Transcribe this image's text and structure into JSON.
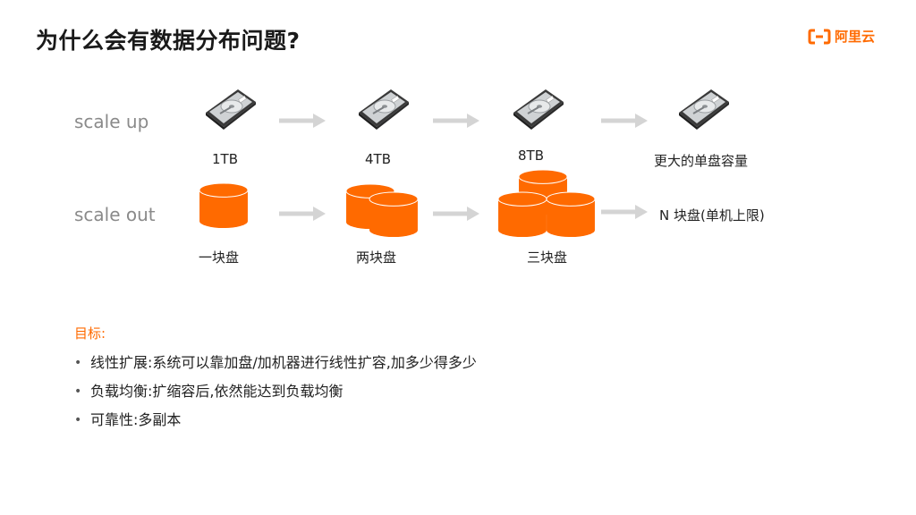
{
  "slide": {
    "title": "为什么会有数据分布问题?",
    "logo_text": "阿里云",
    "accent_color": "#ff6a00",
    "disk_color": "#ff6a00"
  },
  "scale_up": {
    "label": "scale up",
    "stages": [
      {
        "caption": "1TB",
        "icon": "hard-drive-icon"
      },
      {
        "caption": "4TB",
        "icon": "hard-drive-icon"
      },
      {
        "caption": "8TB",
        "icon": "hard-drive-icon"
      },
      {
        "caption": "更大的单盘容量",
        "icon": "hard-drive-icon"
      }
    ]
  },
  "scale_out": {
    "label": "scale out",
    "stages": [
      {
        "caption": "一块盘",
        "disks": 1
      },
      {
        "caption": "两块盘",
        "disks": 2
      },
      {
        "caption": "三块盘",
        "disks": 3
      },
      {
        "caption": "N 块盘(单机上限)"
      }
    ]
  },
  "goals": {
    "title": "目标:",
    "items": [
      "线性扩展:系统可以靠加盘/加机器进行线性扩容,加多少得多少",
      "负载均衡:扩缩容后,依然能达到负载均衡",
      "可靠性:多副本"
    ]
  }
}
